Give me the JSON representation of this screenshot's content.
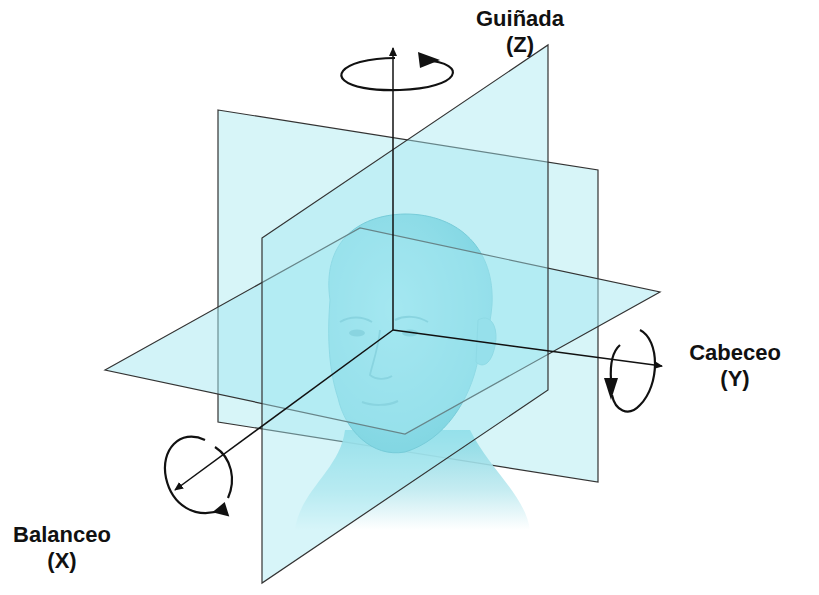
{
  "diagram": {
    "labels": [
      "Guiñada (Z)",
      "Cabeceo (Y)",
      "Balanceo (X)"
    ]
  }
}
